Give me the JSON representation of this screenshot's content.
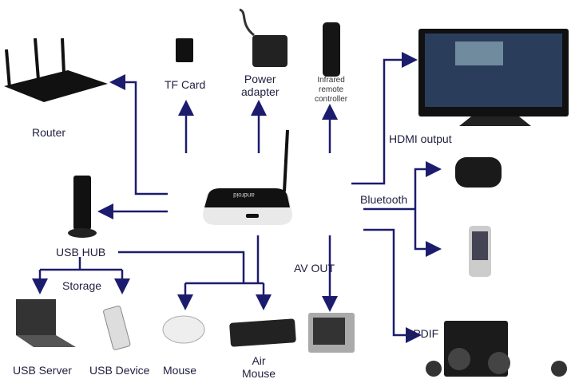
{
  "labels": {
    "router": "Router",
    "tf_card": "TF Card",
    "power_adapter": "Power\nadapter",
    "remote": "Infrared\nremote\ncontroller",
    "hdmi": "HDMI output",
    "bluetooth": "Bluetooth",
    "usb_hub": "USB HUB",
    "storage": "Storage",
    "av_out": "AV OUT",
    "spdif": "SPDIF",
    "usb_server": "USB Server",
    "usb_device": "USB Device",
    "mouse": "Mouse",
    "air_mouse": "Air\nMouse",
    "box_brand": "android"
  },
  "colors": {
    "arrow": "#1c1c6e",
    "device": "#1a1a1a"
  }
}
